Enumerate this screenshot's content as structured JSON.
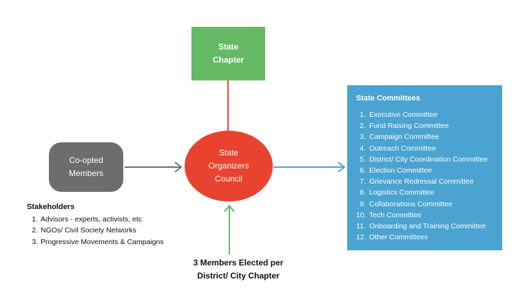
{
  "state_chapter": {
    "line1": "State",
    "line2": "Chapter"
  },
  "council": {
    "line1": "State",
    "line2": "Organizers",
    "line3": "Council"
  },
  "coopted": {
    "line1": "Co-opted",
    "line2": "Members"
  },
  "committees": {
    "title": "State  Committees",
    "items": [
      {
        "num": "1.",
        "label": "Executive Committee"
      },
      {
        "num": "2.",
        "label": "Fund Raising  Committee"
      },
      {
        "num": "3.",
        "label": "Campaign Committee"
      },
      {
        "num": "4.",
        "label": "Outreach Committee"
      },
      {
        "num": "5.",
        "label": "District/ City Coordination Committee"
      },
      {
        "num": "6.",
        "label": "Election Committee"
      },
      {
        "num": "7.",
        "label": "Grievance Redressal Committee"
      },
      {
        "num": "8.",
        "label": "Logistics Committee"
      },
      {
        "num": "9.",
        "label": "Collaborations Committee"
      },
      {
        "num": "10.",
        "label": "Tech Committee"
      },
      {
        "num": "11.",
        "label": "Onboarding and Training Committee"
      },
      {
        "num": "12.",
        "label": "Other Committees"
      }
    ]
  },
  "stakeholders": {
    "title": "Stakeholders",
    "items": [
      {
        "num": "1.",
        "label": "Advisors - experts, activists, etc"
      },
      {
        "num": "2.",
        "label": "NGOs/ Civil Society Networks"
      },
      {
        "num": "3.",
        "label": "Progressive Movements & Campaigns"
      }
    ]
  },
  "elected": {
    "line1": "3 Members Elected per",
    "line2": "District/ City Chapter"
  },
  "colors": {
    "chapter": "#65b965",
    "council": "#e8432f",
    "coopted": "#6d6d6d",
    "committees": "#4aa3d1",
    "arrow_gray": "#6d6d6d",
    "arrow_blue": "#4aa3d1",
    "arrow_green": "#65b965",
    "line_red": "#e8432f"
  }
}
